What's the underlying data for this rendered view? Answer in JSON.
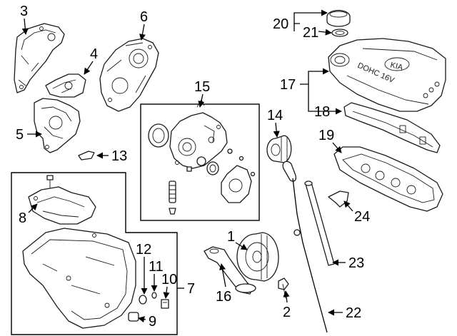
{
  "callouts": {
    "c1": "1",
    "c2": "2",
    "c3": "3",
    "c4": "4",
    "c5": "5",
    "c6": "6",
    "c7": "7",
    "c8": "8",
    "c9": "9",
    "c10": "10",
    "c11": "11",
    "c12": "12",
    "c13": "13",
    "c14": "14",
    "c15": "15",
    "c16": "16",
    "c17": "17",
    "c18": "18",
    "c19": "19",
    "c20": "20",
    "c21": "21",
    "c22": "22",
    "c23": "23",
    "c24": "24"
  },
  "valve_cover_text": {
    "engine_label": "DOHC 16V",
    "brand": "KIA"
  }
}
